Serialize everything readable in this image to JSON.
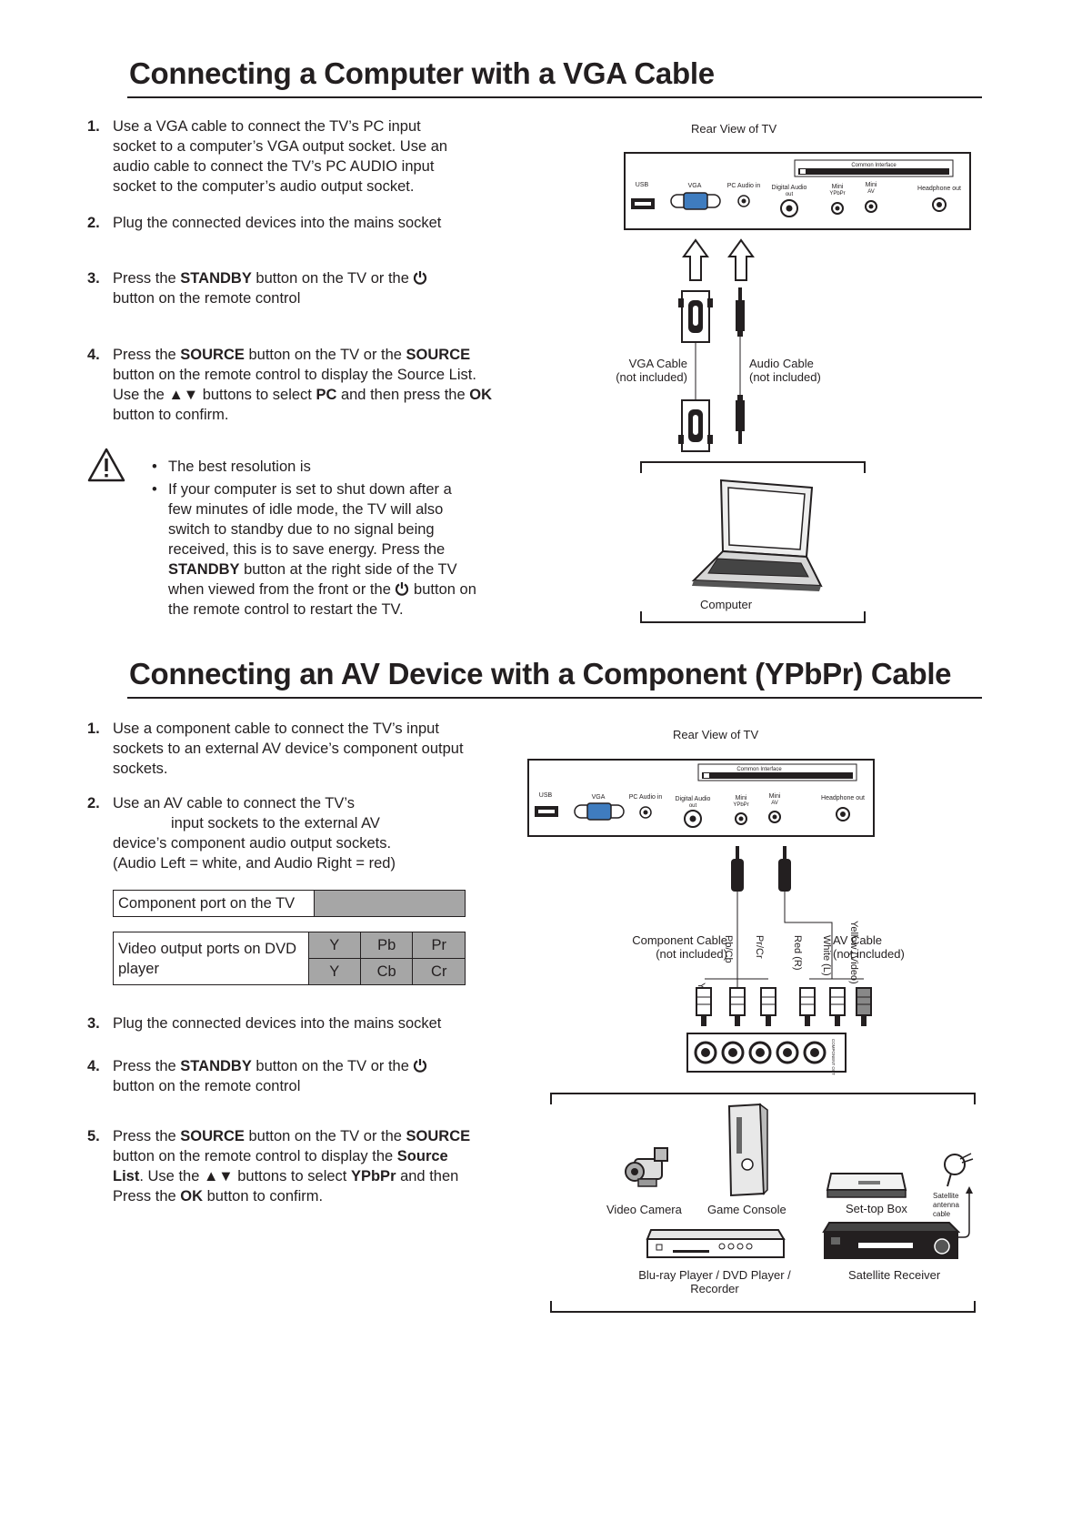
{
  "section1": {
    "title": "Connecting a Computer with a VGA Cable",
    "steps": [
      {
        "num": "1.",
        "text": "Use a VGA cable to connect the TV’s PC input socket to a computer’s VGA output socket. Use an audio cable to connect the TV’s PC AUDIO input socket to the computer’s audio output socket."
      },
      {
        "num": "2.",
        "text": "Plug the connected devices into the mains socket"
      },
      {
        "num": "3.",
        "a": "Press the ",
        "b": "STANDBY",
        "c": " button on  the TV or the ",
        "d": "button on the remote control"
      },
      {
        "num": "4.",
        "a": "Press the ",
        "b": "SOURCE",
        "c": " button on  the  TV or the ",
        "d": "SOURCE",
        "e": "button on the remote control to display the Source List. Use the ",
        "f": "▲▼",
        "g": " buttons to select ",
        "h": "PC",
        "i": " and then press the ",
        "j": "OK",
        "k": "button to confirm."
      }
    ],
    "note": {
      "bullet1": "The best resolution is",
      "bullet2a": "If your computer is set to shut down after a few minutes of idle mode, the TV will also switch to standby due to no signal being received, this is to save energy. Press the ",
      "bullet2b": "STANDBY",
      "bullet2c": " button at the right side of the TV when viewed from the front or the ",
      "bullet2d": " button on the remote control to restart the TV."
    },
    "diagram": {
      "rear_view": "Rear View of TV",
      "vga_cable": "VGA Cable",
      "audio_cable": "Audio Cable",
      "not_included": "(not included)",
      "computer": "Computer"
    }
  },
  "tv_ports": {
    "common_interface": "Common Interface",
    "usb": "USB",
    "vga": "VGA",
    "pc_audio_in": "PC Audio in",
    "digital_audio_out": "Digital  Audio",
    "out": "out",
    "mini_ypbpr": "Mini",
    "ypbpr": "YPbPr",
    "mini_av": "Mini",
    "av": "AV",
    "headphone_out": "Headphone out"
  },
  "section2": {
    "title": "Connecting an AV Device with a Component (YPbPr) Cable",
    "step1": {
      "num": "1.",
      "text": "Use a component cable to connect the TV’s input sockets to an external AV device’s component output sockets."
    },
    "step2": {
      "num": "2.",
      "line1": "Use an AV cable to connect the TV’s",
      "line2": "input sockets to the external AV",
      "line3": "device’s component audio output sockets.",
      "line4": "(Audio Left = white, and Audio Right = red)"
    },
    "table1": {
      "label": "Component port on the TV"
    },
    "table2": {
      "label": "Video output ports on DVD player",
      "row1": [
        "Y",
        "Pb",
        "Pr"
      ],
      "row2": [
        "Y",
        "Cb",
        "Cr"
      ]
    },
    "step3": {
      "num": "3.",
      "text": "Plug the connected devices into the mains socket"
    },
    "step4": {
      "num": "4.",
      "a": "Press the ",
      "b": "STANDBY",
      "c": " button on  the TV or the ",
      "d": "button on the remote control"
    },
    "step5": {
      "num": "5.",
      "a": "Press the ",
      "b": "SOURCE",
      "c": " button on  the TV or the ",
      "d": "SOURCE",
      "e": " button on the remote  control to display  the ",
      "f": "Source List",
      "g": ". Use the ",
      "h": "▲▼",
      "i": " buttons to select  ",
      "j": "YPbPr",
      "k": " and then Press the ",
      "l": "OK",
      "m": " button to confirm."
    },
    "diagram": {
      "rear_view": "Rear View of TV",
      "component_cable": "Component Cable",
      "av_cable": "AV Cable",
      "not_included": "(not included)",
      "y": "Y",
      "pbcb": "Pb/Cb",
      "prcr": "Pr/Cr",
      "red": "Red (R)",
      "white": "White (L)",
      "yellow": "Yellow (Video)",
      "video_camera": "Video Camera",
      "game_console": "Game Console",
      "set_top_box": "Set-top Box",
      "satellite_cable": [
        "Satellite",
        "antenna",
        "cable"
      ],
      "bluray": [
        "Blu-ray Player / DVD Player /",
        "Recorder"
      ],
      "satellite_receiver": "Satellite Receiver",
      "component_out": "COMPONENT OUT"
    }
  }
}
